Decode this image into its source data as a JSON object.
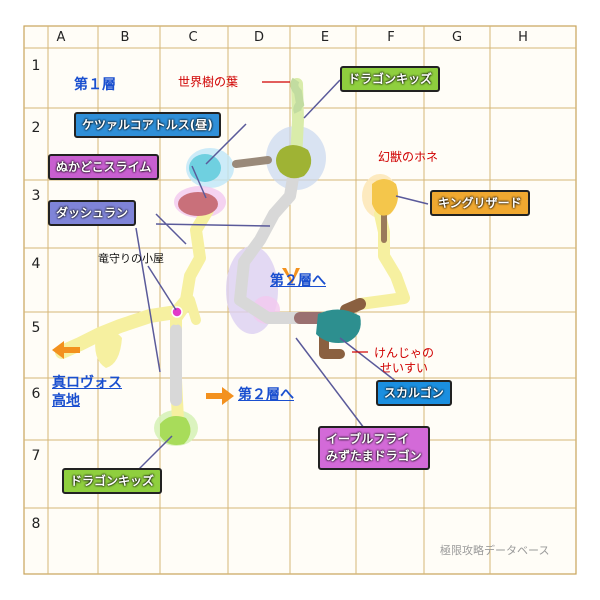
{
  "grid": {
    "columns": [
      "A",
      "B",
      "C",
      "D",
      "E",
      "F",
      "G",
      "H"
    ],
    "rows": [
      "1",
      "2",
      "3",
      "4",
      "5",
      "6",
      "7",
      "8"
    ]
  },
  "title": "第１層",
  "watermark": "極限攻略データベース",
  "labels": {
    "dragon_kids_top": "ドラゴンキッズ",
    "quetzalcoatl": "ケツァルコアトルス(昼)",
    "nukadoko_slime": "ぬかどこスライム",
    "dash_run": "ダッシュラン",
    "king_lizard": "キングリザード",
    "skull_gon": "スカルゴン",
    "evil_fly": "イーブルフライ\nみずたまドラゴン",
    "dragon_kids_bottom": "ドラゴンキッズ"
  },
  "items": {
    "world_tree_leaf": "世界樹の葉",
    "phantom_bone": "幻獣のホネ",
    "rock_paper_scissors": "けんじゃの\nせいすい"
  },
  "places": {
    "guard_hut": "竜守りの小屋"
  },
  "links": {
    "to_floor2_right": "第２層へ",
    "to_floor2_bottom": "第２層へ",
    "to_highland": "真ロヴォス\n高地"
  },
  "colors": {
    "grid_line": "#c8a35a",
    "dragon_kids": "#8fcf3e",
    "quetzalcoatl": "#2f8fd8",
    "nukadoko": "#c85fd0",
    "dash_run": "#7f84d8",
    "king_lizard": "#f0a830",
    "skull_gon": "#1b8fe0",
    "evil_fly": "#d36ad8",
    "link": "#1a4fcf",
    "item_red": "#d00000"
  }
}
